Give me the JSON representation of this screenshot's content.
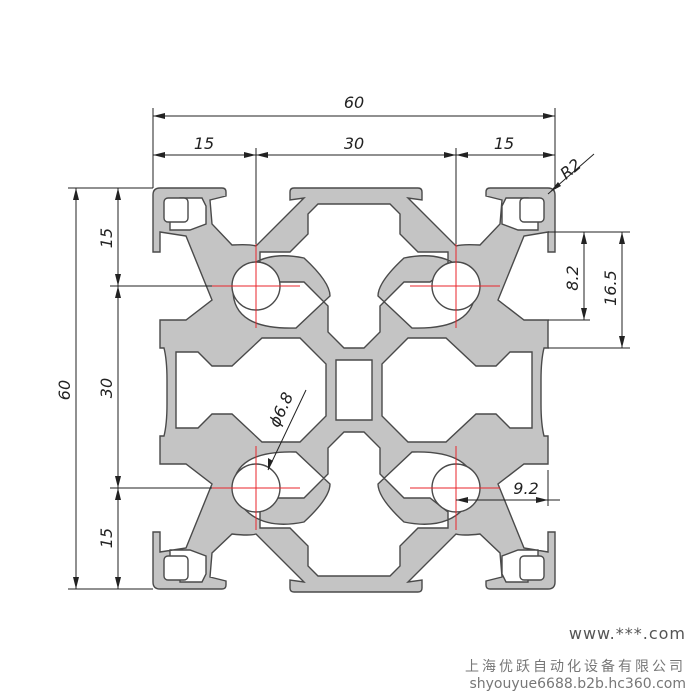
{
  "dimensions": {
    "overall_width": "60",
    "left_offset": "15",
    "center_span": "30",
    "right_offset": "15",
    "corner_radius": "R2",
    "overall_height": "60",
    "top_offset": "15",
    "middle_span": "30",
    "bottom_offset": "15",
    "slot_depth": "8.2",
    "slot_outer": "16.5",
    "hole_diameter": "ϕ6.8",
    "hole_offset": "9.2"
  },
  "watermark": {
    "site": "www.***.com",
    "company": "上海优跃自动化设备有限公司",
    "url": "shyouyue6688.b2b.hc360.com"
  },
  "colors": {
    "profile_fill": "#c4c4c4",
    "profile_stroke": "#4a4a4a",
    "center_line": "#e8262b",
    "dimension_line": "#222222"
  }
}
